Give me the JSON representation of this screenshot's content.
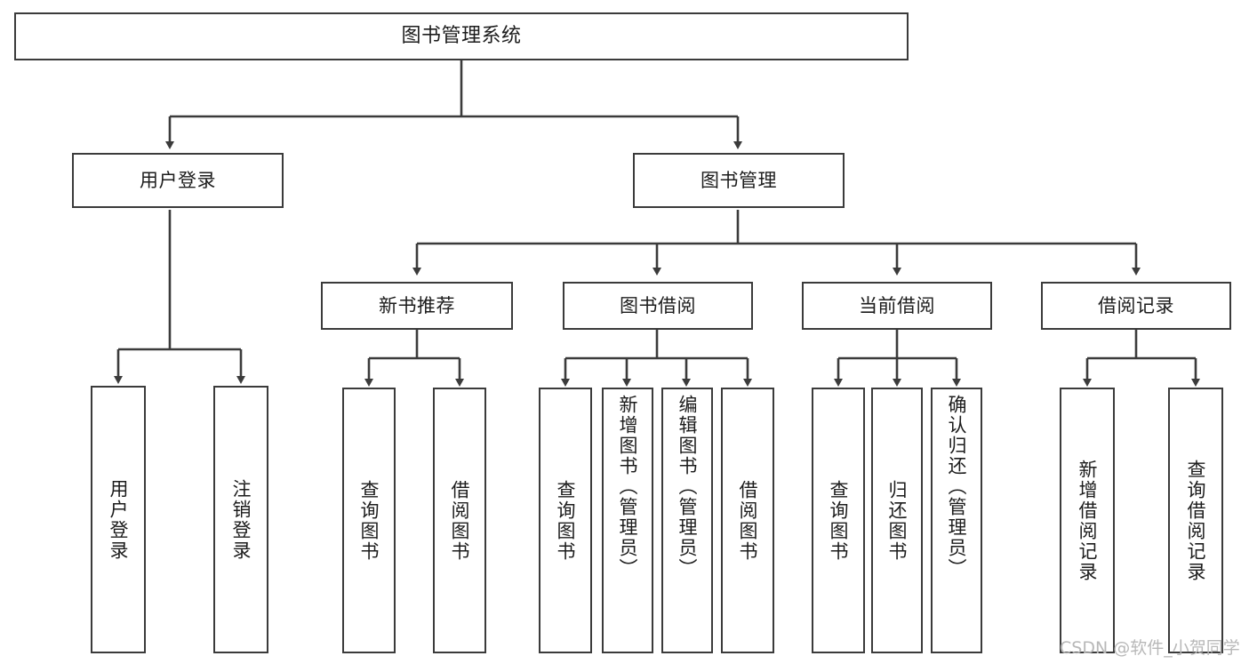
{
  "diagram": {
    "title": "图书管理系统",
    "type": "tree",
    "nodes": {
      "root": {
        "label": "图书管理系统"
      },
      "level2": [
        {
          "id": "user-login",
          "label": "用户登录"
        },
        {
          "id": "book-management",
          "label": "图书管理"
        }
      ],
      "level3": [
        {
          "id": "new-book-recommend",
          "label": "新书推荐"
        },
        {
          "id": "book-borrow",
          "label": "图书借阅"
        },
        {
          "id": "current-borrow",
          "label": "当前借阅"
        },
        {
          "id": "borrow-record",
          "label": "借阅记录"
        }
      ],
      "leaves": {
        "user-login": [
          {
            "id": "leaf-user-login",
            "label": "用户登录"
          },
          {
            "id": "leaf-logout",
            "label": "注销登录"
          }
        ],
        "new-book-recommend": [
          {
            "id": "leaf-query-book-1",
            "label": "查询图书"
          },
          {
            "id": "leaf-borrow-book-1",
            "label": "借阅图书"
          }
        ],
        "book-borrow": [
          {
            "id": "leaf-query-book-2",
            "label": "查询图书"
          },
          {
            "id": "leaf-add-book",
            "label": "新增图书（管理员）"
          },
          {
            "id": "leaf-edit-book",
            "label": "编辑图书（管理员）"
          },
          {
            "id": "leaf-borrow-book-2",
            "label": "借阅图书"
          }
        ],
        "current-borrow": [
          {
            "id": "leaf-query-book-3",
            "label": "查询图书"
          },
          {
            "id": "leaf-return-book",
            "label": "归还图书"
          },
          {
            "id": "leaf-confirm-return",
            "label": "确认归还（管理员）"
          }
        ],
        "borrow-record": [
          {
            "id": "leaf-add-record",
            "label": "新增借阅记录"
          },
          {
            "id": "leaf-query-record",
            "label": "查询借阅记录"
          }
        ]
      }
    },
    "colors": {
      "stroke": "#3b3b3b",
      "fill": "#ffffff",
      "text": "#1c1c1c",
      "watermark": "#b8b8b8"
    }
  },
  "watermark": {
    "text": "CSDN @软件_小贺同学"
  }
}
